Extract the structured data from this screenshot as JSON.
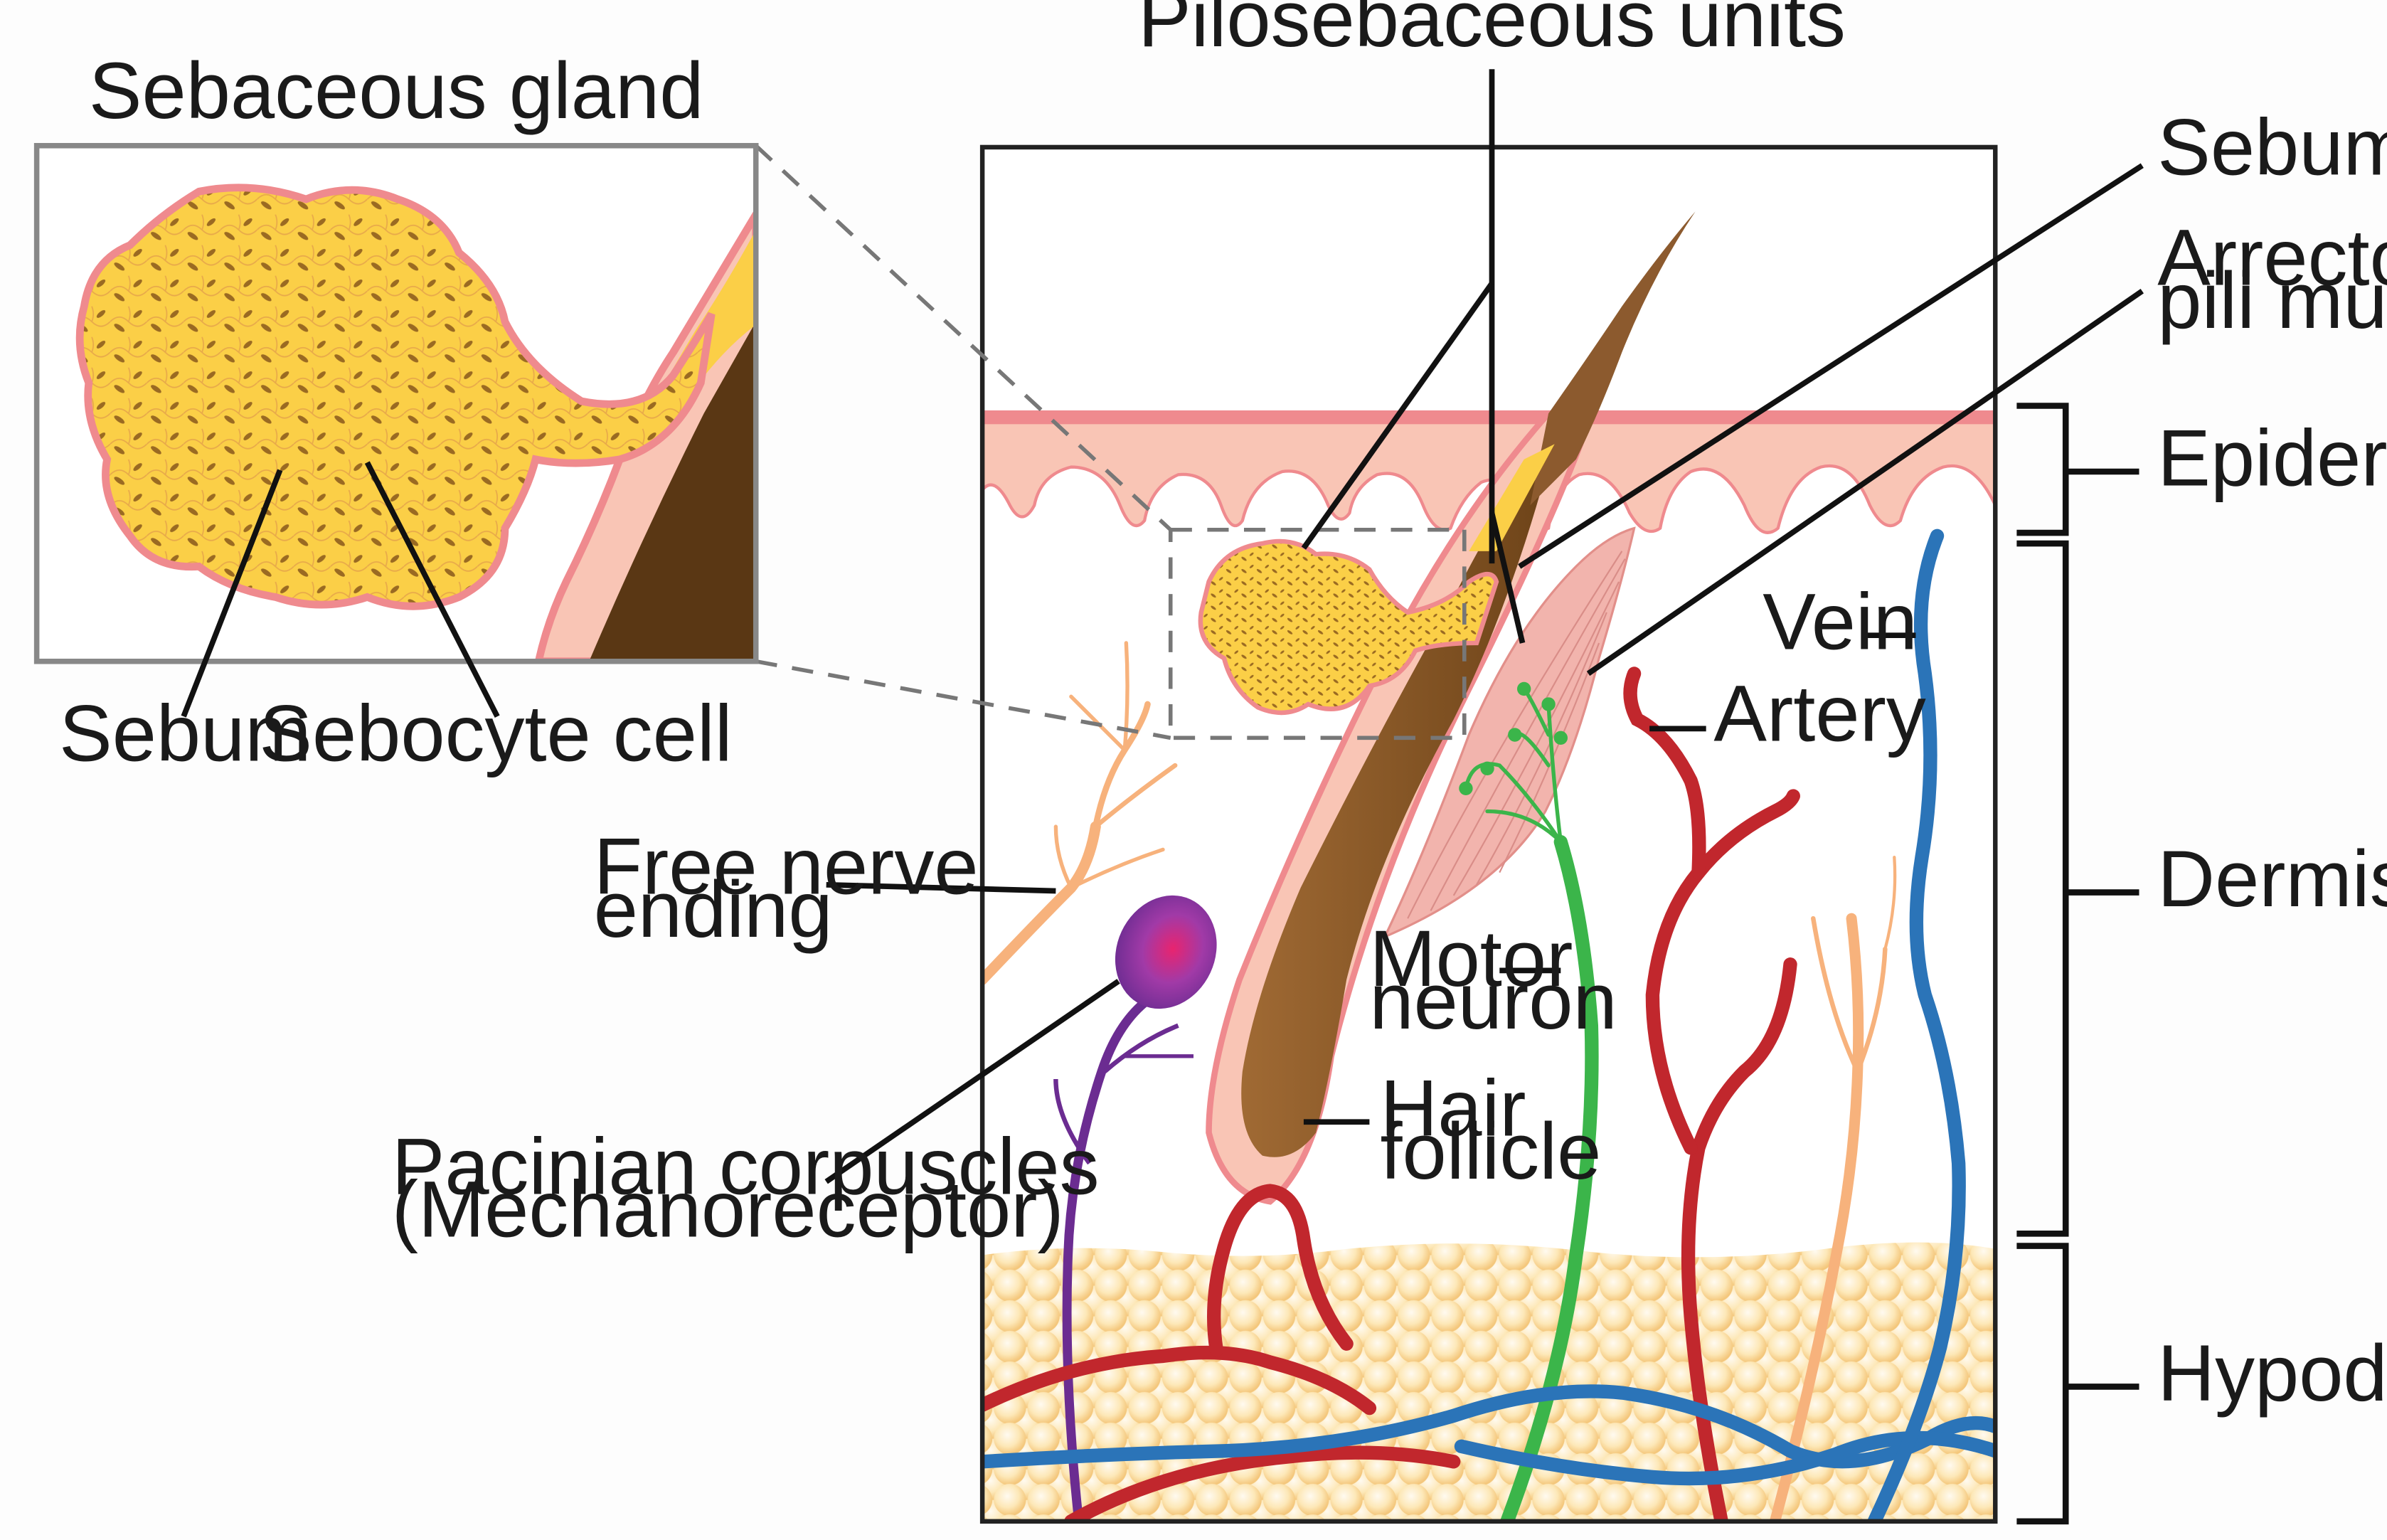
{
  "labels": {
    "pilosebaceous_units": "Pilosebaceous units",
    "sebaceous_gland": "Sebaceous gland",
    "sebum_inset": "Sebum",
    "sebocyte_cell": "Sebocyte cell",
    "sebum_main": "Sebum",
    "arrector_line1": "Arrector",
    "arrector_line2": "pili muscle",
    "epidermis": "Epidermis",
    "dermis": "Dermis",
    "hypodermis": "Hypodermis",
    "vein": "Vein",
    "artery": "Artery",
    "free_nerve_line1": "Free nerve",
    "free_nerve_line2": "ending",
    "motor_line1": "Motor",
    "motor_line2": "neuron",
    "hair_line1": "Hair",
    "hair_line2": "follicle",
    "pacinian_line1": "Pacinian corpuscles",
    "pacinian_line2": "(Mechanoreceptor)"
  },
  "colors": {
    "epidermis": "#f9c5b5",
    "epidermis_edge": "#ef8a8e",
    "sebum_yellow": "#fbcf47",
    "hair_brown": "#8c5a2e",
    "hair_dark": "#5a3714",
    "artery": "#c1272d",
    "vein": "#2b74b8",
    "motor_neuron": "#3bb54a",
    "nerve": "#f7b27c",
    "muscle": "#f2b4ad",
    "pacinian": "#8a2aa0",
    "fat": "#fde2a8"
  }
}
